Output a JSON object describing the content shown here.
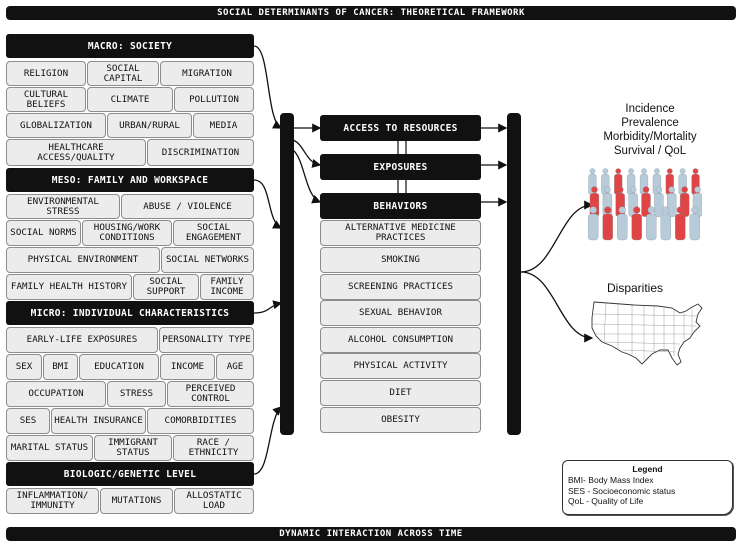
{
  "title": "SOCIAL DETERMINANTS OF CANCER: THEORETICAL FRAMEWORK",
  "footer": "DYNAMIC INTERACTION ACROSS TIME",
  "levels": {
    "macro": {
      "header": "MACRO: SOCIETY",
      "rows": [
        [
          "RELIGION",
          "SOCIAL CAPITAL",
          "MIGRATION"
        ],
        [
          "CULTURAL BELIEFS",
          "CLIMATE",
          "POLLUTION"
        ],
        [
          "GLOBALIZATION",
          "URBAN/RURAL",
          "MEDIA"
        ],
        [
          "HEALTHCARE ACCESS/QUALITY",
          "DISCRIMINATION"
        ]
      ]
    },
    "meso": {
      "header": "MESO: FAMILY AND WORKSPACE",
      "rows": [
        [
          "ENVIRONMENTAL STRESS",
          "ABUSE / VIOLENCE"
        ],
        [
          "SOCIAL NORMS",
          "HOUSING/WORK CONDITIONS",
          "SOCIAL ENGAGEMENT"
        ],
        [
          "PHYSICAL ENVIRONMENT",
          "SOCIAL NETWORKS"
        ],
        [
          "FAMILY HEALTH HISTORY",
          "SOCIAL SUPPORT",
          "FAMILY INCOME"
        ]
      ]
    },
    "micro": {
      "header": "MICRO: INDIVIDUAL CHARACTERISTICS",
      "rows": [
        [
          "EARLY-LIFE EXPOSURES",
          "PERSONALITY TYPE"
        ],
        [
          "SEX",
          "BMI",
          "EDUCATION",
          "INCOME",
          "AGE"
        ],
        [
          "OCCUPATION",
          "STRESS",
          "PERCEIVED CONTROL"
        ],
        [
          "SES",
          "HEALTH INSURANCE",
          "COMORBIDITIES"
        ],
        [
          "MARITAL STATUS",
          "IMMIGRANT STATUS",
          "RACE / ETHNICITY"
        ]
      ]
    },
    "biologic": {
      "header": "BIOLOGIC/GENETIC LEVEL",
      "rows": [
        [
          "INFLAMMATION/ IMMUNITY",
          "MUTATIONS",
          "ALLOSTATIC LOAD"
        ]
      ]
    }
  },
  "mediators": {
    "access": "ACCESS TO RESOURCES",
    "exposures": "EXPOSURES",
    "behaviors": "BEHAVIORS",
    "behavior_items": [
      "ALTERNATIVE MEDICINE PRACTICES",
      "SMOKING",
      "SCREENING PRACTICES",
      "SEXUAL BEHAVIOR",
      "ALCOHOL CONSUMPTION",
      "PHYSICAL ACTIVITY",
      "DIET",
      "OBESITY"
    ]
  },
  "outcomes": {
    "lines": [
      "Incidence",
      "Prevalence",
      "Morbidity/Mortality",
      "Survival / QoL"
    ],
    "disparities": "Disparities",
    "people_icon": "crowd-people-icon",
    "map_icon": "us-map-icon"
  },
  "legend": {
    "title": "Legend",
    "items": [
      "BMI- Body Mass Index",
      "SES - Socioeconomic status",
      "QoL - Quality of Life"
    ]
  },
  "colors": {
    "dark": "#111111",
    "box_fill": "#ececec",
    "highlight": "#e04545",
    "people": "#b8cbd8"
  }
}
